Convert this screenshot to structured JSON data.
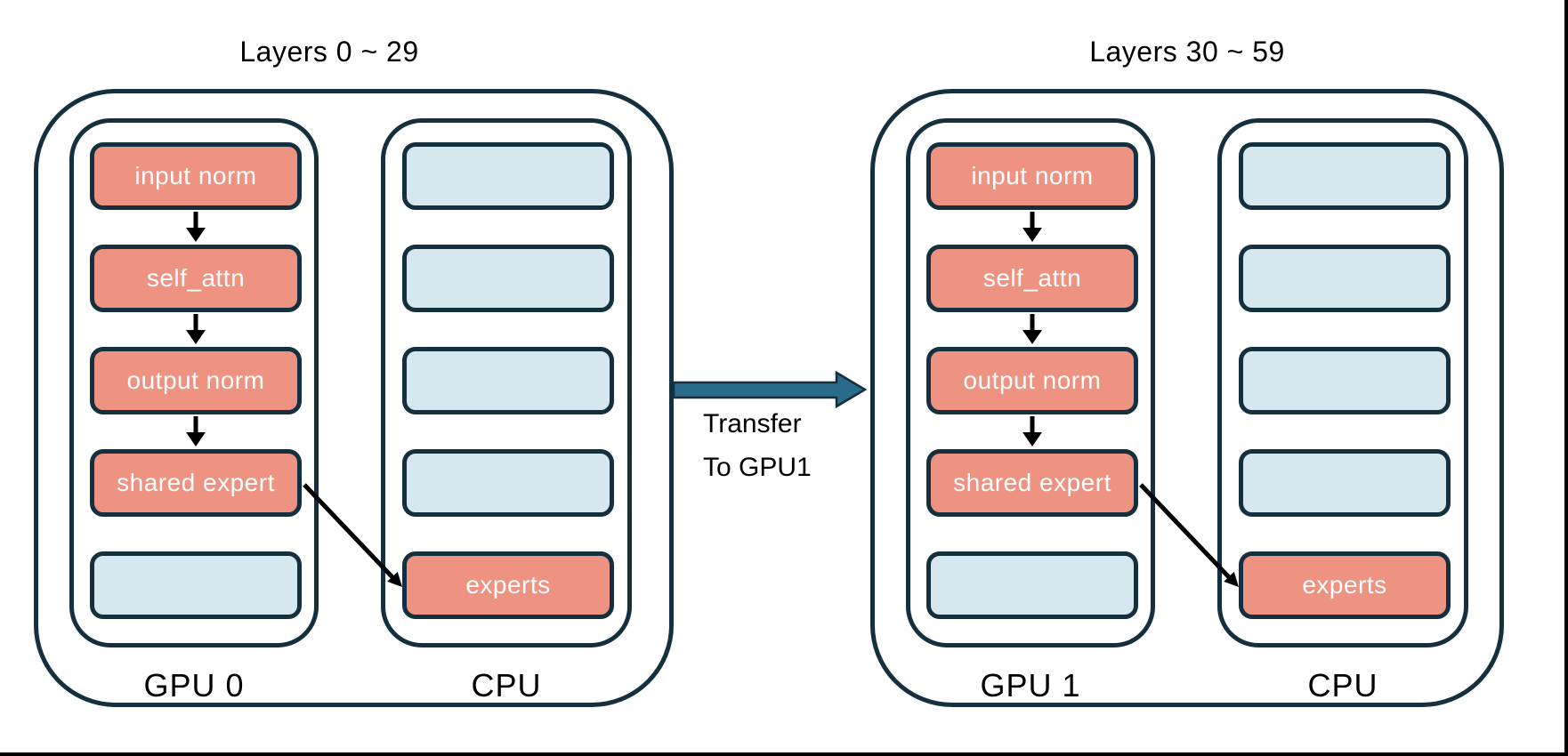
{
  "diagram": {
    "groups": [
      {
        "title": "Layers 0 ~ 29",
        "gpu_label": "GPU 0",
        "cpu_label": "CPU",
        "gpu_boxes": [
          "input norm",
          "self_attn",
          "output norm",
          "shared expert",
          ""
        ],
        "cpu_boxes": [
          "",
          "",
          "",
          "",
          "experts"
        ]
      },
      {
        "title": "Layers 30 ~ 59",
        "gpu_label": "GPU 1",
        "cpu_label": "CPU",
        "gpu_boxes": [
          "input norm",
          "self_attn",
          "output norm",
          "shared expert",
          ""
        ],
        "cpu_boxes": [
          "",
          "",
          "",
          "",
          "experts"
        ]
      }
    ],
    "transfer_label": {
      "line1": "Transfer",
      "line2": "To GPU1"
    }
  },
  "colors": {
    "border": "#14303e",
    "module-fill": "#ee9281",
    "empty-fill": "#d5e8ef",
    "box-text": "#ffffff",
    "flow-arrow": "#000000",
    "transfer-fill": "#2a6b8c",
    "label-text": "#000000",
    "background": "#ffffff",
    "frame-line": "#000000"
  }
}
